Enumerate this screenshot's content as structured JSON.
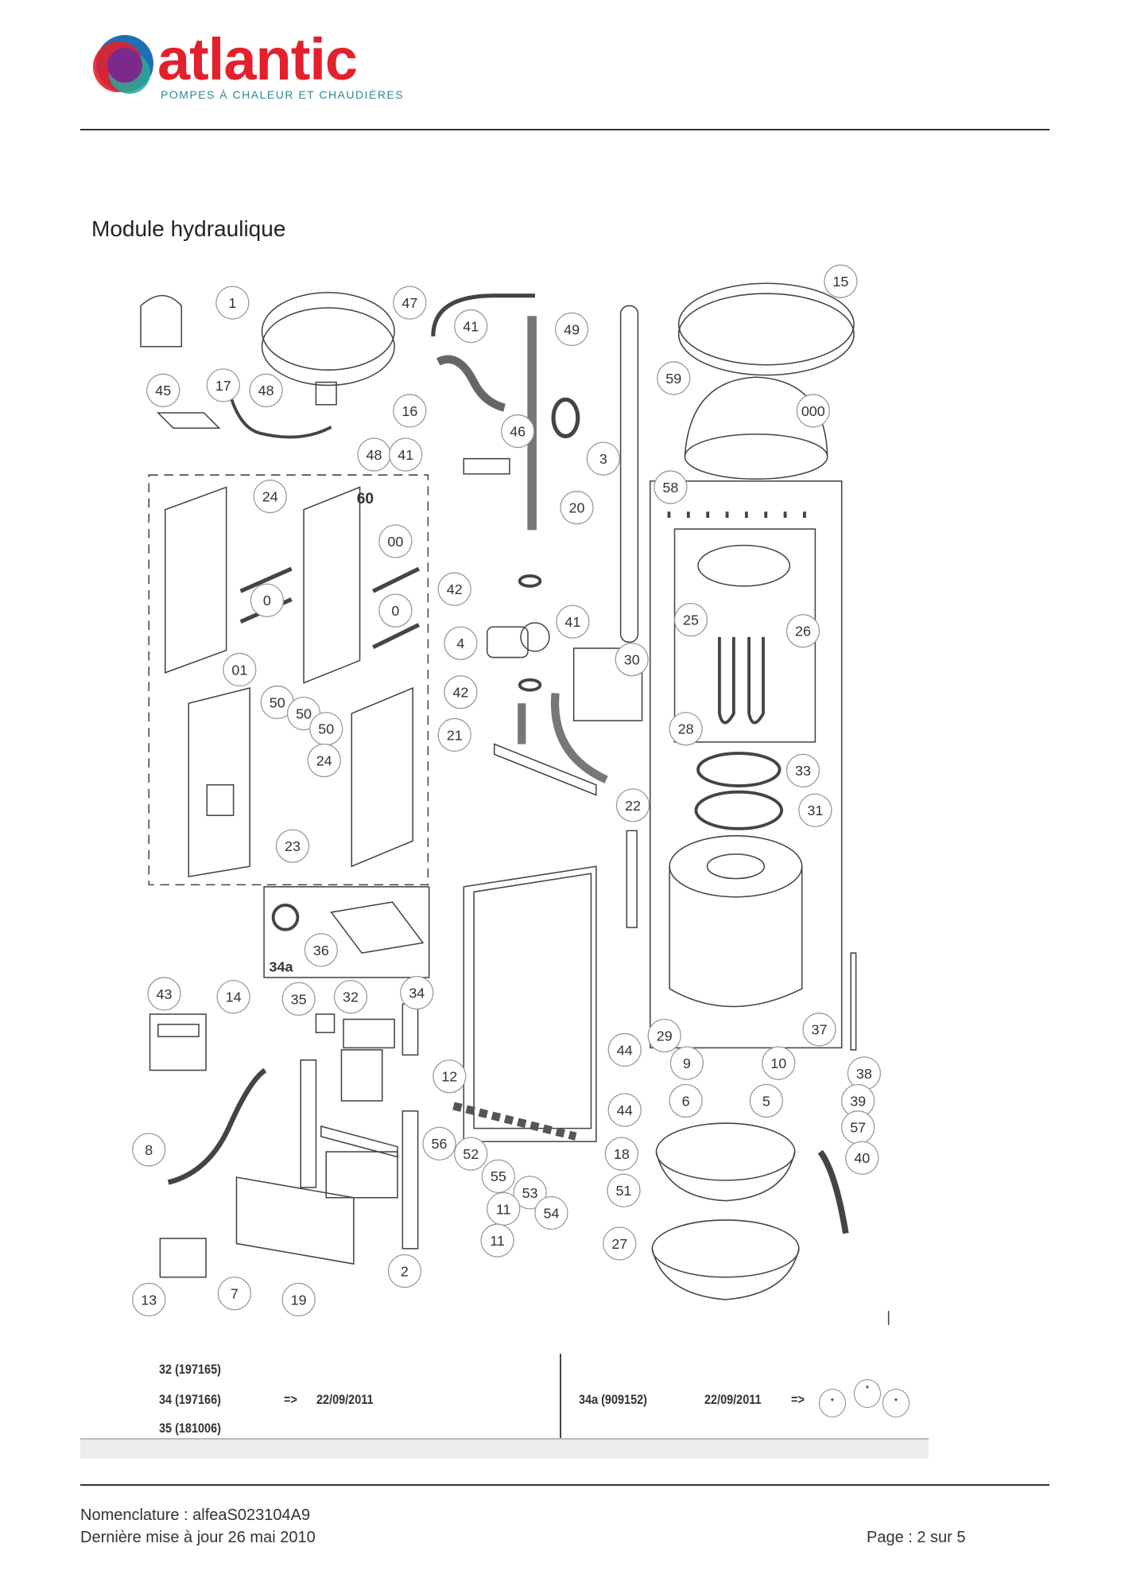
{
  "header": {
    "logo_text": "atlantic",
    "logo_tagline": "POMPES À CHALEUR ET CHAUDIÈRES",
    "brand_color": "#e3202c"
  },
  "title": "Module hydraulique",
  "diagram": {
    "callouts": [
      "1",
      "47",
      "41",
      "49",
      "15",
      "45",
      "17",
      "48",
      "16",
      "46",
      "59",
      "000",
      "48",
      "41",
      "3",
      "24",
      "00",
      "20",
      "58",
      "0",
      "0",
      "42",
      "41",
      "4",
      "25",
      "26",
      "30",
      "01",
      "50",
      "50",
      "50",
      "42",
      "21",
      "28",
      "24",
      "33",
      "22",
      "31",
      "23",
      "36",
      "43",
      "14",
      "35",
      "32",
      "34",
      "37",
      "29",
      "44",
      "12",
      "9",
      "10",
      "38",
      "6",
      "5",
      "39",
      "44",
      "57",
      "56",
      "52",
      "8",
      "18",
      "40",
      "55",
      "53",
      "51",
      "11",
      "54",
      "11",
      "27",
      "2",
      "7",
      "13",
      "19"
    ],
    "plain_labels": [
      "60"
    ],
    "box_label_34a": "34a"
  },
  "revisions": {
    "left": [
      {
        "ref": "32 (197165)",
        "arrow": "",
        "date": ""
      },
      {
        "ref": "34 (197166)",
        "arrow": "=>",
        "date": "22/09/2011"
      },
      {
        "ref": "35 (181006)",
        "arrow": "",
        "date": ""
      }
    ],
    "right": {
      "ref": "34a (909152)",
      "date": "22/09/2011",
      "arrow": "=>",
      "marks": [
        "*",
        "*",
        "*"
      ]
    }
  },
  "footer": {
    "nomenclature": "Nomenclature : alfeaS023104A9",
    "updated": "Dernière mise à jour 26 mai 2010",
    "page": "Page : 2 sur 5"
  }
}
